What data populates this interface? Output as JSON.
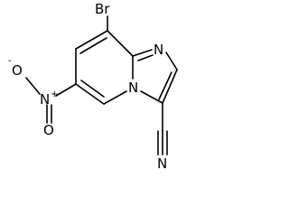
{
  "molecule": {
    "atoms": {
      "br": "Br",
      "n_imine": "N",
      "n_bridge": "N",
      "n_nitro": "N",
      "o_nitro_minus": "O",
      "o_nitro_eq": "O",
      "n_nitrile": "N"
    },
    "charges": {
      "nitro_n": "+",
      "nitro_o": "-"
    }
  }
}
